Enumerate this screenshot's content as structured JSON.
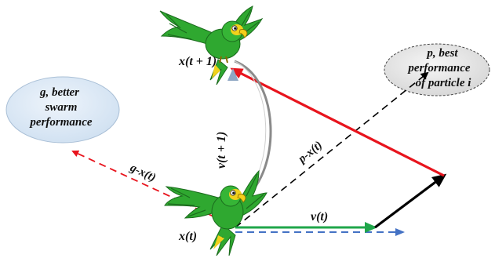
{
  "labels": {
    "pos_t1": "x(t + 1)",
    "vel_t1": "v(t + 1)",
    "pos_t": "x(t)",
    "vel_t": "v(t)",
    "g_minus_x": "g-x(t)",
    "p_minus_x": "p-x(t)"
  },
  "bubbles": {
    "personal_best": {
      "line1": "p, best",
      "line2": "performance",
      "line3": "of particle i"
    },
    "global_best": {
      "line1": "g, better",
      "line2": "swarm",
      "line3": "performance"
    }
  },
  "colors": {
    "red_vector": "#e8141d",
    "black_vector": "#000000",
    "green_vector": "#1fa64a",
    "blue_vector": "#4472c4",
    "steel_vector": "#8fa7c4",
    "arc": "#8a8a8a",
    "bird_green": "#2fa830",
    "bird_dark": "#1b6b1d",
    "bird_yellow": "#f1d21c",
    "bubble_grey": "#e7e7e7",
    "bubble_blue": "#dde9f5"
  }
}
